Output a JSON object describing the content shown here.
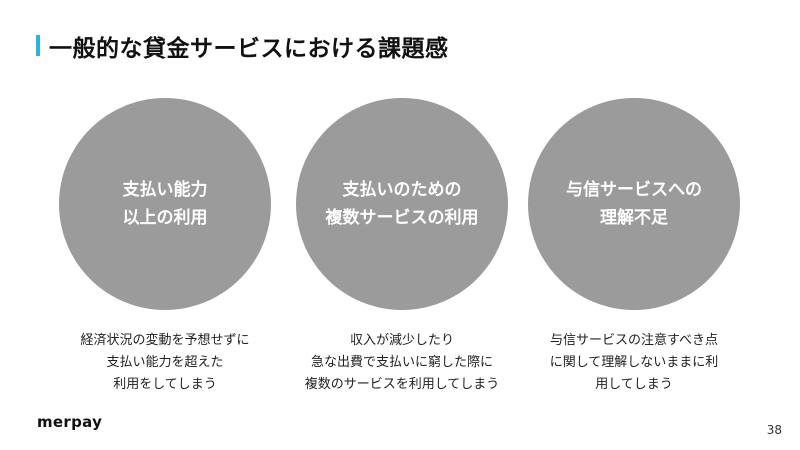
{
  "slide": {
    "title": "一般的な貸金サービスにおける課題感",
    "accent_color": "#27b3e6",
    "circle_color": "#9b9b9b"
  },
  "columns": [
    {
      "circle_lines": [
        "支払い能力",
        "以上の利用"
      ],
      "desc_lines": [
        "経済状況の変動を予想せずに",
        "支払い能力を超えた",
        "利用をしてしまう"
      ]
    },
    {
      "circle_lines": [
        "支払いのための",
        "複数サービスの利用"
      ],
      "desc_lines": [
        "収入が減少したり",
        "急な出費で支払いに窮した際に",
        "複数のサービスを利用してしまう"
      ]
    },
    {
      "circle_lines": [
        "与信サービスへの",
        "理解不足"
      ],
      "desc_lines": [
        "与信サービスの注意すべき点",
        "に関して理解しないままに利",
        "用してしまう"
      ]
    }
  ],
  "footer": {
    "logo_text": "merpay",
    "page_number": "38"
  }
}
